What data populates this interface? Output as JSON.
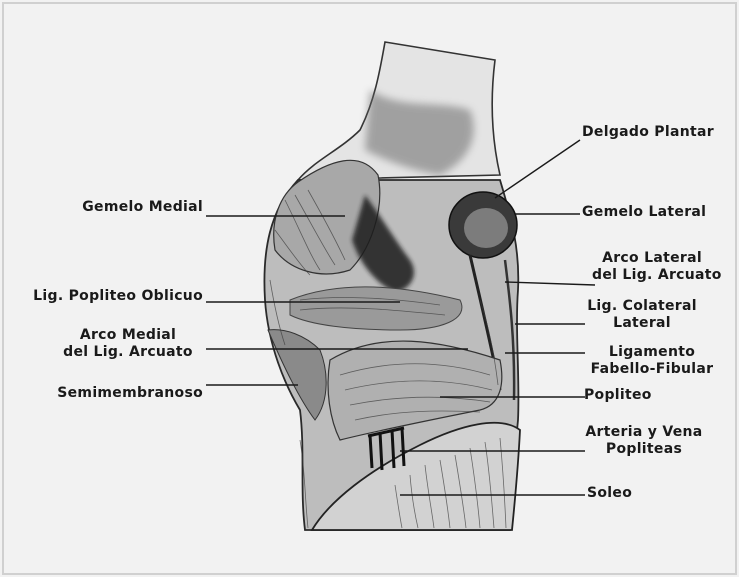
{
  "labels": {
    "delgado_plantar": "Delgado Plantar",
    "gemelo_medial": "Gemelo Medial",
    "gemelo_lateral": "Gemelo Lateral",
    "arco_lateral_1": "Arco Lateral",
    "arco_lateral_2": "del Lig. Arcuato",
    "lig_popliteo_oblicuo": "Lig. Popliteo Oblicuo",
    "lig_colateral_1": "Lig. Colateral",
    "lig_colateral_2": "Lateral",
    "arco_medial_1": "Arco Medial",
    "arco_medial_2": "del Lig. Arcuato",
    "ligamento_1": "Ligamento",
    "ligamento_2": "Fabello-Fibular",
    "semimembranoso": "Semimembranoso",
    "popliteo": "Popliteo",
    "arteria_1": "Arteria y Vena",
    "arteria_2": "Popliteas",
    "soleo": "Soleo"
  }
}
